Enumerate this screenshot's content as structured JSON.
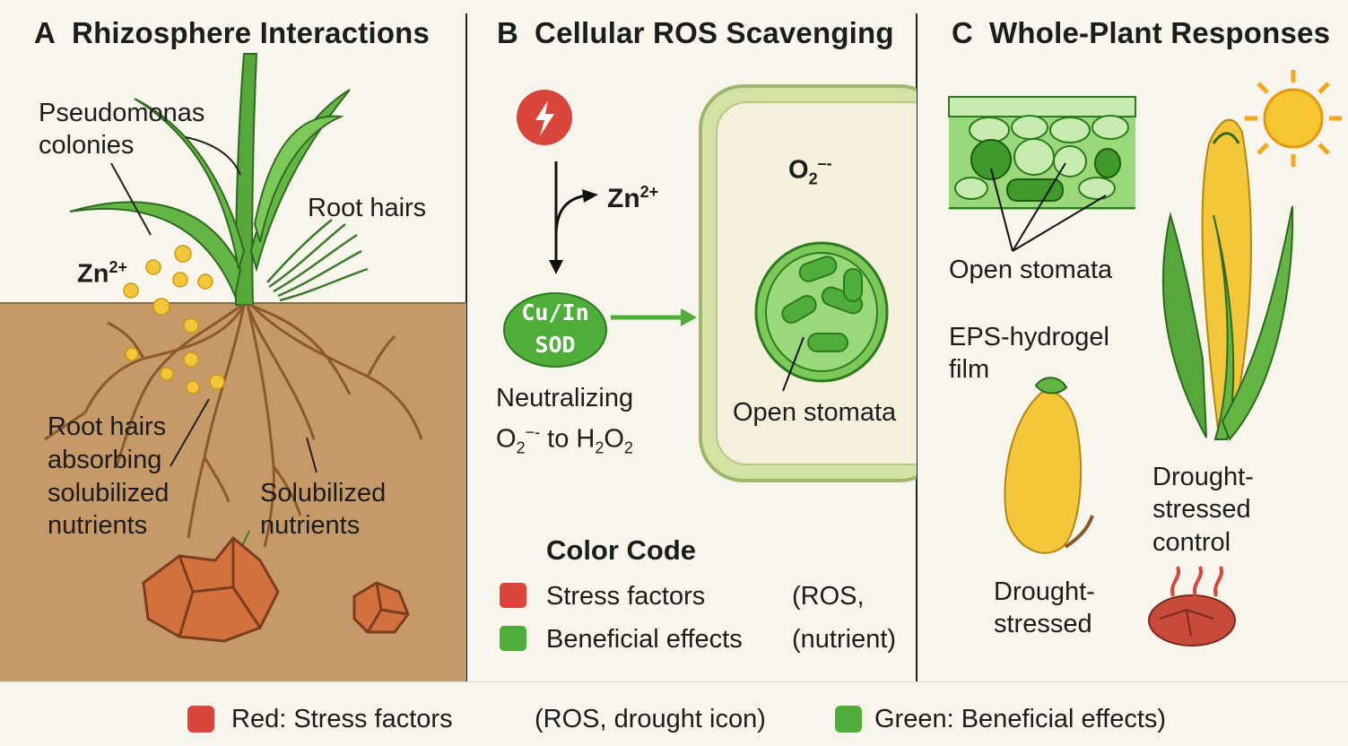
{
  "panel_a": {
    "letter": "A",
    "title": "Rhizosphere Interactions",
    "label_pseudomonas_1": "Pseudomonas",
    "label_pseudomonas_2": "colonies",
    "label_root_hairs": "Root hairs",
    "label_zn": "Zn",
    "label_zn_sup": "2+",
    "label_absorbing_1": "Root hairs",
    "label_absorbing_2": "absorbing",
    "label_absorbing_3": "solubilized",
    "label_absorbing_4": "nutrients",
    "label_solubilized_1": "Solubilized",
    "label_solubilized_2": "nutrients"
  },
  "panel_b": {
    "letter": "B",
    "title": "Cellular ROS Scavenging",
    "zn": "Zn",
    "zn_sup": "2+",
    "sod_1": "Cu/In",
    "sod_2": "SOD",
    "neutral_1": "Neutralizing",
    "neutral_2_o": "O",
    "neutral_2_o_sub": "2",
    "neutral_2_sup": "−-",
    "neutral_2_to": " to H",
    "neutral_2_h_sub": "2",
    "neutral_2_o2": "O",
    "neutral_2_o2_sub": "2",
    "o2_label": "O",
    "o2_sub": "2",
    "o2_sup": "–-",
    "open_stomata": "Open stomata",
    "color_code_title": "Color Code",
    "stress_label": "Stress factors",
    "stress_note": "(ROS,",
    "beneficial_label": "Beneficial effects",
    "beneficial_note": "(nutrient)"
  },
  "panel_c": {
    "letter": "C",
    "title": "Whole-Plant Responses",
    "open_stomata": "Open stomata",
    "eps_1": "EPS-hydrogel",
    "eps_2": "film",
    "stressed_1": "Drought-",
    "stressed_2": "stressed",
    "control_1": "Drought-",
    "control_2": "stressed",
    "control_3": "control"
  },
  "legend": {
    "red_label": "Red: Stress factors",
    "red_note": "(ROS, drought icon)",
    "green_label": "Green: Beneficial effects)"
  },
  "colors": {
    "stress_red": "#d9453a",
    "beneficial_green": "#4fae3a",
    "soil": "#c69a68",
    "background": "#f8f5ec"
  }
}
